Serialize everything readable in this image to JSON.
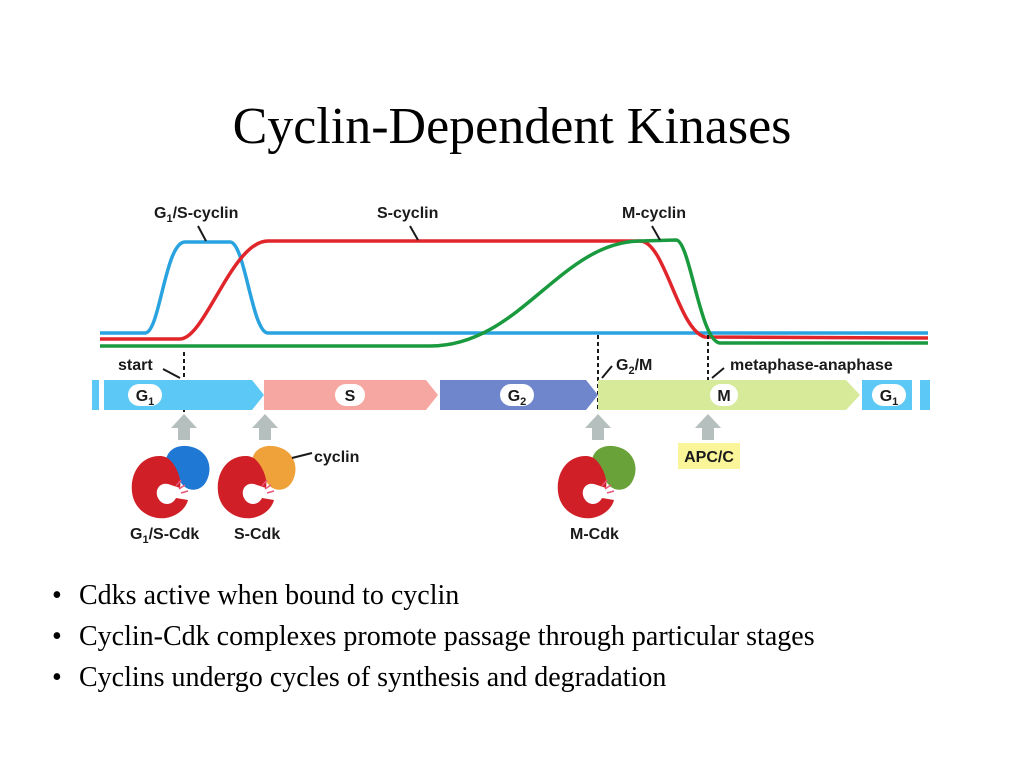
{
  "slide": {
    "title": "Cyclin-Dependent Kinases"
  },
  "curves": {
    "g1s_label_main": "G",
    "g1s_label_sub": "1",
    "g1s_label_rest": "/S-cyclin",
    "s_label": "S-cyclin",
    "m_label": "M-cyclin",
    "colors": {
      "g1s": "#29a3e0",
      "s": "#e0262b",
      "m": "#1a9a3e"
    }
  },
  "checkpoints": {
    "start": "start",
    "g2m_main": "G",
    "g2m_sub": "2",
    "g2m_rest": "/M",
    "meta": "metaphase-anaphase"
  },
  "phases": [
    {
      "main": "G",
      "sub": "1",
      "color": "#5bc8f5"
    },
    {
      "main": "S",
      "sub": "",
      "color": "#f7a7a2"
    },
    {
      "main": "G",
      "sub": "2",
      "color": "#6f86cc"
    },
    {
      "main": "M",
      "sub": "",
      "color": "#d6ea9a"
    },
    {
      "main": "G",
      "sub": "1",
      "color": "#5bc8f5"
    }
  ],
  "complexes": {
    "g1s_cdk_main": "G",
    "g1s_cdk_sub": "1",
    "g1s_cdk_rest": "/S-Cdk",
    "s_cdk": "S-Cdk",
    "cyclin": "cyclin",
    "m_cdk": "M-Cdk",
    "apcc": "APC/C"
  },
  "bullets": [
    "Cdks active when bound to cyclin",
    "Cyclin-Cdk complexes promote passage through particular stages",
    "Cyclins undergo cycles of synthesis and degradation"
  ]
}
